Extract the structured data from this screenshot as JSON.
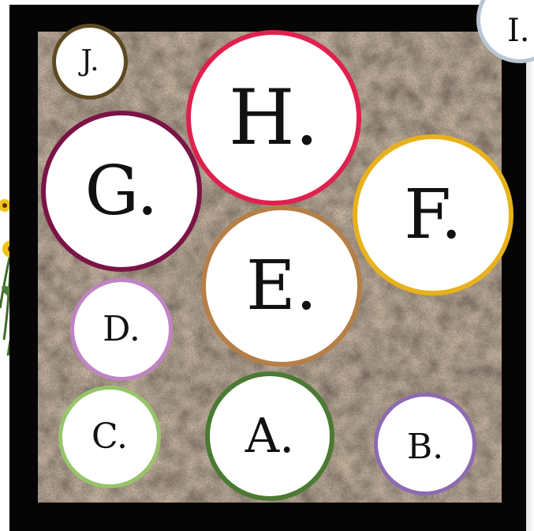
{
  "plots": [
    {
      "id": "A",
      "label": "A.",
      "color": "#4b7a32"
    },
    {
      "id": "B",
      "label": "B.",
      "color": "#8e6bb0"
    },
    {
      "id": "C",
      "label": "C.",
      "color": "#97c46a"
    },
    {
      "id": "D",
      "label": "D.",
      "color": "#c084c4"
    },
    {
      "id": "E",
      "label": "E.",
      "color": "#b57f47"
    },
    {
      "id": "F",
      "label": "F.",
      "color": "#e8b21c"
    },
    {
      "id": "G",
      "label": "G.",
      "color": "#7b1446"
    },
    {
      "id": "H",
      "label": "H.",
      "color": "#e0204e"
    },
    {
      "id": "I",
      "label": "I.",
      "color": "#b8c6d2"
    },
    {
      "id": "J",
      "label": "J.",
      "color": "#5e4a22"
    }
  ],
  "colors": {
    "frame": "#050505",
    "soil": "#3a322c",
    "circle_fill": "#ffffff"
  },
  "decoration": {
    "background": "soil texture",
    "side_image": "yellow flowers"
  }
}
